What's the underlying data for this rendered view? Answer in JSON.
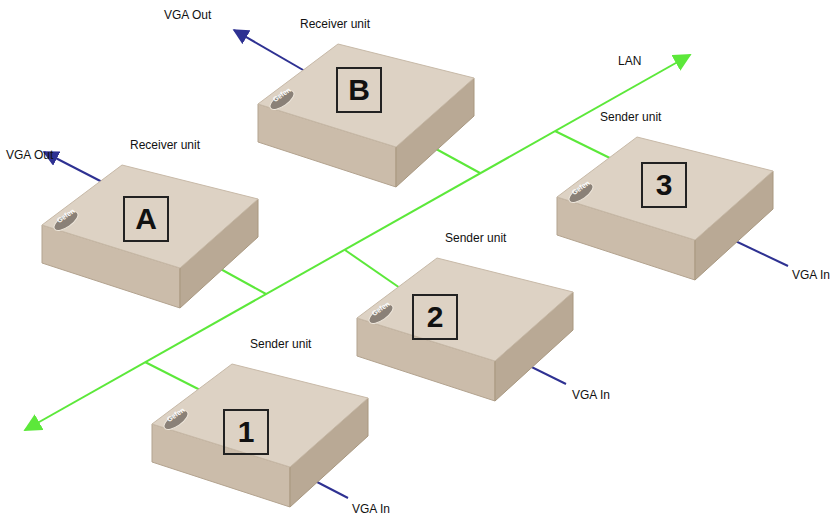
{
  "diagram": {
    "nodes": [
      {
        "text": [
          "Receiver unit",
          "B"
        ]
      },
      {
        "text": [
          "Receiver unit",
          "A"
        ]
      },
      {
        "text": [
          "Sender unit",
          "3"
        ]
      },
      {
        "text": [
          "Sender unit",
          "2"
        ]
      },
      {
        "text": [
          "Sender unit",
          "1"
        ]
      }
    ],
    "labels": [
      "LAN",
      "VGA Out",
      "VGA Out",
      "VGA In",
      "VGA In",
      "VGA In",
      "Gefen",
      "Gefen",
      "Gefen",
      "Gefen",
      "Gefen"
    ]
  }
}
